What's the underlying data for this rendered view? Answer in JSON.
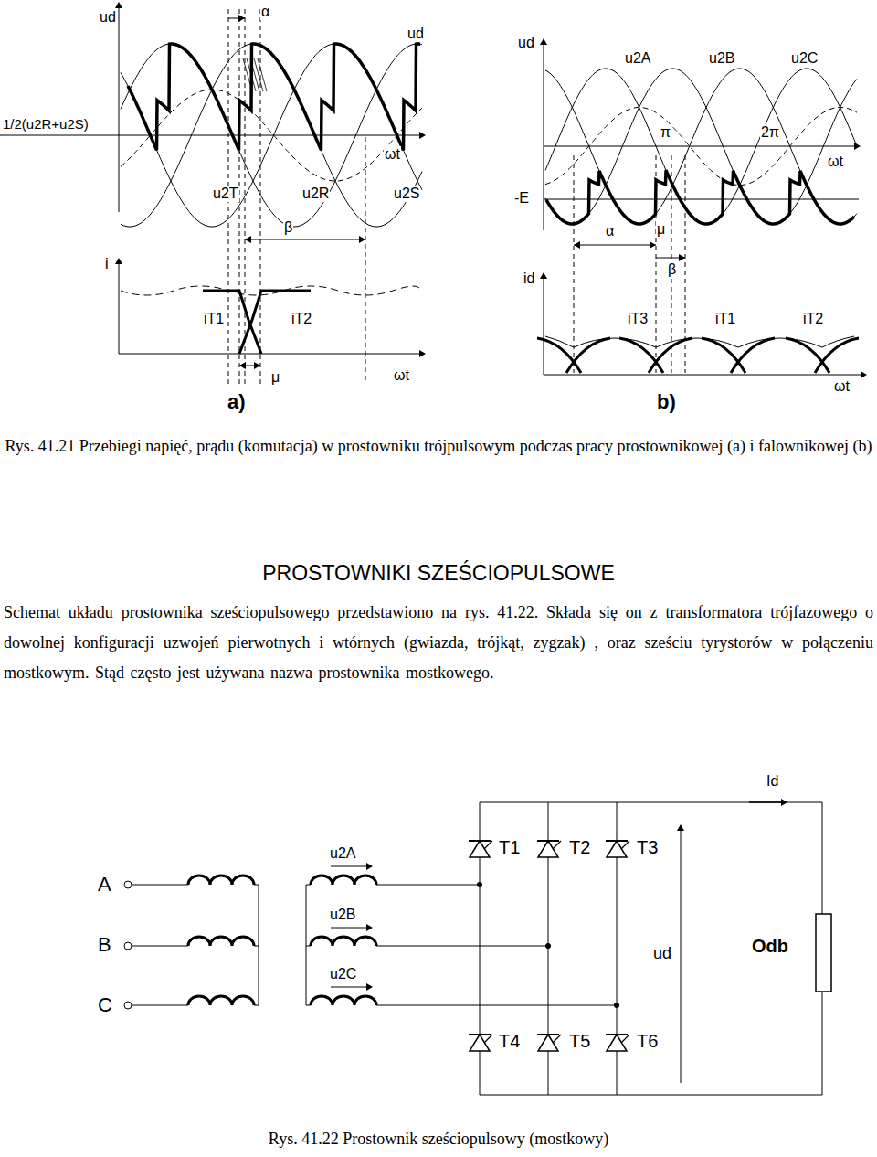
{
  "diagram": {
    "title": "PROSTOWNIKI SZEŚCIOPULSOWE",
    "caption": "Rys. 41.22 Prostownik sześciopulsowy (mostkowy)",
    "labels": [
      "ud",
      "α",
      "ud",
      "1/2(u2R+u2S)",
      "ωt",
      "u2T",
      "u2R",
      "u2S",
      "β",
      "i",
      "iT1",
      "iT2",
      "μ",
      "ωt",
      "a)",
      "ud",
      "u2A",
      "u2B",
      "u2C",
      "π",
      "2π",
      "ωt",
      "-E",
      "α",
      "μ",
      "β",
      "id",
      "iT3",
      "iT1",
      "iT2",
      "ωt",
      "b)",
      "Rys. 41.21 Przebiegi napięć, prądu (komutacja) w prostowniku trójpulsowym podczas pracy prostownikowej (a) i falownikowej (b)",
      "Schemat układu prostownika sześciopulsowego przedstawiono na rys. 41.22. Składa się on z transformatora trójfazowego o dowolnej konfiguracji uzwojeń pierwotnych i wtórnych (gwiazda, trójkąt, zygzak) , oraz sześciu tyrystorów w połączeniu mostkowym. Stąd często jest używana nazwa prostownika mostkowego.",
      "Id",
      "A",
      "B",
      "C",
      "u2A",
      "u2B",
      "u2C",
      "T1",
      "T2",
      "T3",
      "T4",
      "T5",
      "T6",
      "ud",
      "Odb"
    ]
  }
}
